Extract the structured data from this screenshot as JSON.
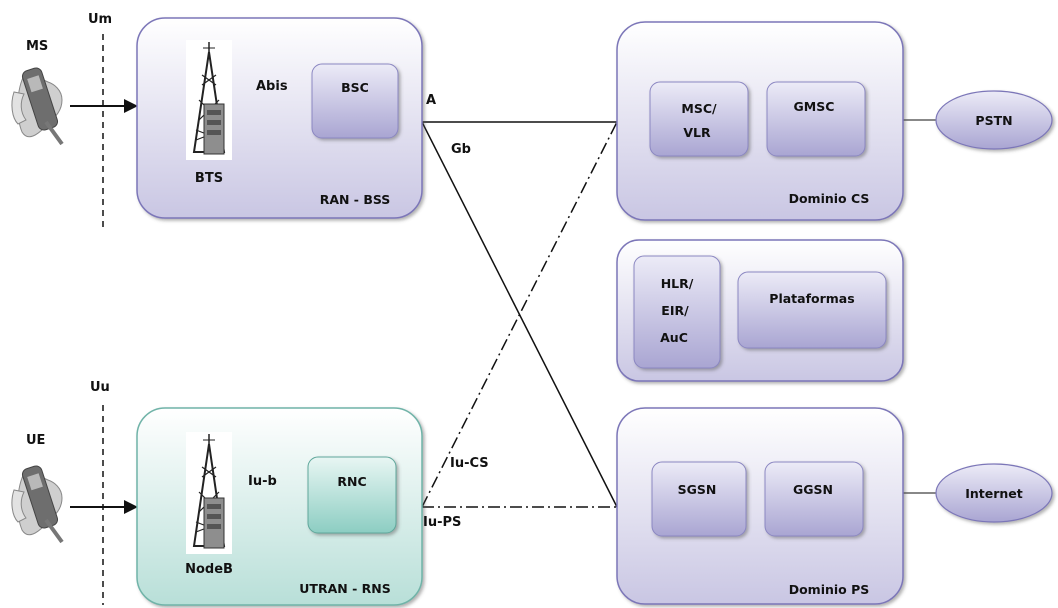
{
  "colors": {
    "domain_fill_top": "#ffffff",
    "domain_fill_bottom": "#c9c6e3",
    "domain_stroke": "#7b76b8",
    "utran_fill_top": "#ffffff",
    "utran_fill_bottom": "#b8dfd8",
    "utran_stroke": "#6fb3a8",
    "inner_fill_top": "#e9e8f5",
    "inner_fill_bottom": "#a5a1cf",
    "rnc_fill_top": "#e6f5f2",
    "rnc_fill_bottom": "#8fcfc4",
    "line": "#111111"
  },
  "labels": {
    "ms": "MS",
    "um": "Um",
    "ue": "UE",
    "uu": "Uu",
    "abis": "Abis",
    "iub": "Iu-b",
    "a": "A",
    "gb": "Gb",
    "iucs": "Iu-CS",
    "iups": "Iu-PS",
    "bts": "BTS",
    "nodeb": "NodeB"
  },
  "boxes": {
    "ran_bss": "RAN - BSS",
    "bsc": "BSC",
    "utran_rns": "UTRAN - RNS",
    "rnc": "RNC",
    "dominio_cs": "Dominio CS",
    "msc_vlr": [
      "MSC/",
      "VLR"
    ],
    "gmsc": "GMSC",
    "pstn": "PSTN",
    "hlr_eir_auc": [
      "HLR/",
      "EIR/",
      "AuC"
    ],
    "plataformas": "Plataformas",
    "dominio_ps": "Dominio PS",
    "sgsn": "SGSN",
    "ggsn": "GGSN",
    "internet": "Internet"
  },
  "icons": {
    "handset": "mobile-phone-in-hand-icon",
    "tower": "radio-tower-icon"
  }
}
